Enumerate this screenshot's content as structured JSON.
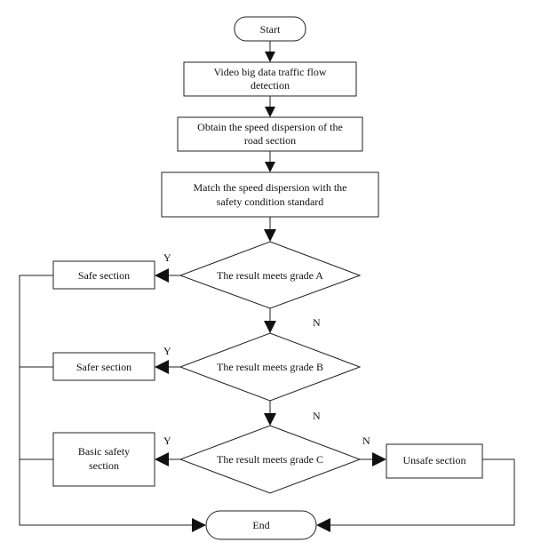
{
  "nodes": {
    "start": "Start",
    "detect": [
      "Video big data traffic flow",
      "detection"
    ],
    "obtain": [
      "Obtain the speed dispersion of the",
      "road section"
    ],
    "match": [
      "Match the speed dispersion with the",
      "safety condition standard"
    ],
    "grade_a": "The result meets grade A",
    "grade_b": "The result meets grade B",
    "grade_c": "The result meets grade C",
    "safe": "Safe section",
    "safer": "Safer section",
    "basic": [
      "Basic safety",
      "section"
    ],
    "unsafe": "Unsafe section",
    "end": "End"
  },
  "edge_labels": {
    "a_yes": "Y",
    "a_no": "N",
    "b_yes": "Y",
    "b_no": "N",
    "c_yes": "Y",
    "c_no": "N"
  }
}
